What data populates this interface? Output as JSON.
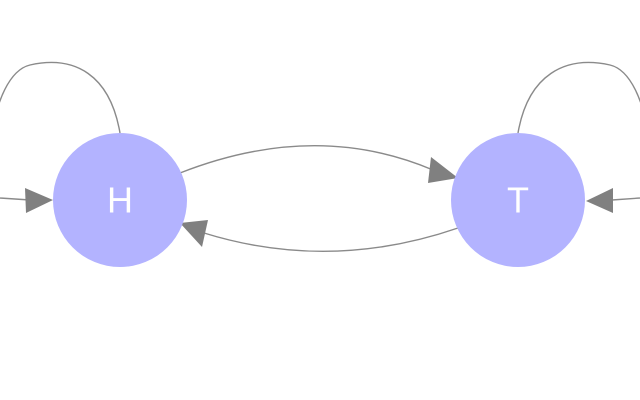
{
  "diagram": {
    "type": "state-transition",
    "colors": {
      "node_fill": "#b3b3ff",
      "node_text": "#ffffff",
      "edge_stroke": "#8a8a8a",
      "arrowhead": "#808080",
      "background": "#ffffff"
    },
    "nodes": [
      {
        "id": "H",
        "label": "H"
      },
      {
        "id": "T",
        "label": "T"
      }
    ],
    "edges": [
      {
        "from": "H",
        "to": "H",
        "kind": "self-loop"
      },
      {
        "from": "H",
        "to": "T",
        "kind": "transition"
      },
      {
        "from": "T",
        "to": "H",
        "kind": "transition"
      },
      {
        "from": "T",
        "to": "T",
        "kind": "self-loop"
      }
    ]
  }
}
